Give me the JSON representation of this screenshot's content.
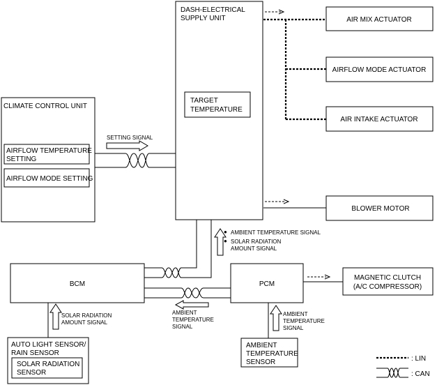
{
  "units": {
    "dash_supply": [
      "DASH-ELECTRICAL",
      "SUPPLY UNIT"
    ],
    "target_temp": [
      "TARGET",
      "TEMPERATURE"
    ],
    "air_mix": "AIR MIX ACTUATOR",
    "airflow_mode_actuator": "AIRFLOW MODE ACTUATOR",
    "air_intake": "AIR INTAKE ACTUATOR",
    "blower": "BLOWER MOTOR",
    "climate_control": "CLIMATE CONTROL UNIT",
    "airflow_temp_setting": [
      "AIRFLOW TEMPERATURE",
      "SETTING"
    ],
    "airflow_mode_setting": "AIRFLOW MODE SETTING",
    "bcm": "BCM",
    "pcm": "PCM",
    "magnetic_clutch": [
      "MAGNETIC CLUTCH",
      "(A/C COMPRESSOR)"
    ],
    "auto_light_sensor": [
      "AUTO LIGHT SENSOR/",
      "RAIN SENSOR"
    ],
    "solar_sensor": [
      "SOLAR RADIATION",
      "SENSOR"
    ],
    "ambient_sensor": [
      "AMBIENT",
      "TEMPERATURE",
      "SENSOR"
    ]
  },
  "signals": {
    "setting": "SETTING SIGNAL",
    "ambient_to_dash": "AMBIENT TEMPERATURE SIGNAL",
    "solar_to_dash": [
      "SOLAR RADIATION",
      "AMOUNT SIGNAL"
    ],
    "ambient_pcm_bcm": [
      "AMBIENT",
      "TEMPERATURE",
      "SIGNAL"
    ],
    "solar_to_bcm": [
      "SOLAR RADIATION",
      "AMOUNT SIGNAL"
    ],
    "ambient_to_pcm": [
      "AMBIENT",
      "TEMPERATURE",
      "SIGNAL"
    ]
  },
  "legend": {
    "lin": ": LIN",
    "can": ": CAN"
  },
  "bullet": "●"
}
